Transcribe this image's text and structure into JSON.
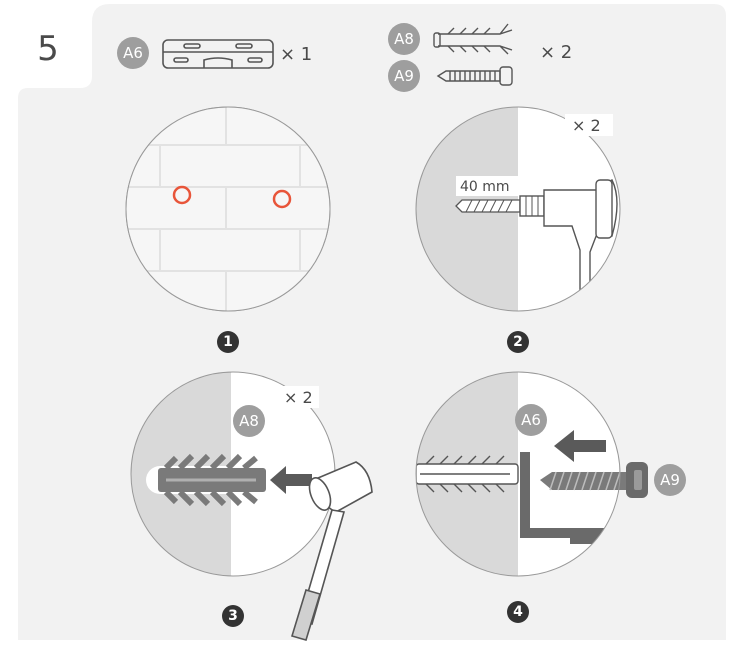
{
  "step_number": "5",
  "parts": {
    "a6": {
      "code": "A6",
      "qty": "× 1"
    },
    "a8": {
      "code": "A8",
      "qty": "× 2"
    },
    "a9": {
      "code": "A9"
    }
  },
  "panel1": {
    "step": "1"
  },
  "panel2": {
    "repeat": "× 2",
    "depth": "40 mm",
    "step": "2"
  },
  "panel3": {
    "part": "A8",
    "repeat": "× 2",
    "step": "3"
  },
  "panel4": {
    "part_top": "A6",
    "part_right": "A9",
    "step": "4"
  },
  "colors": {
    "panel_bg": "#f2f2f2",
    "wall_gray": "#d9d9d9",
    "line": "#555555",
    "badge": "#9e9e9e",
    "mark_red": "#e8553a",
    "step_badge": "#333333"
  }
}
